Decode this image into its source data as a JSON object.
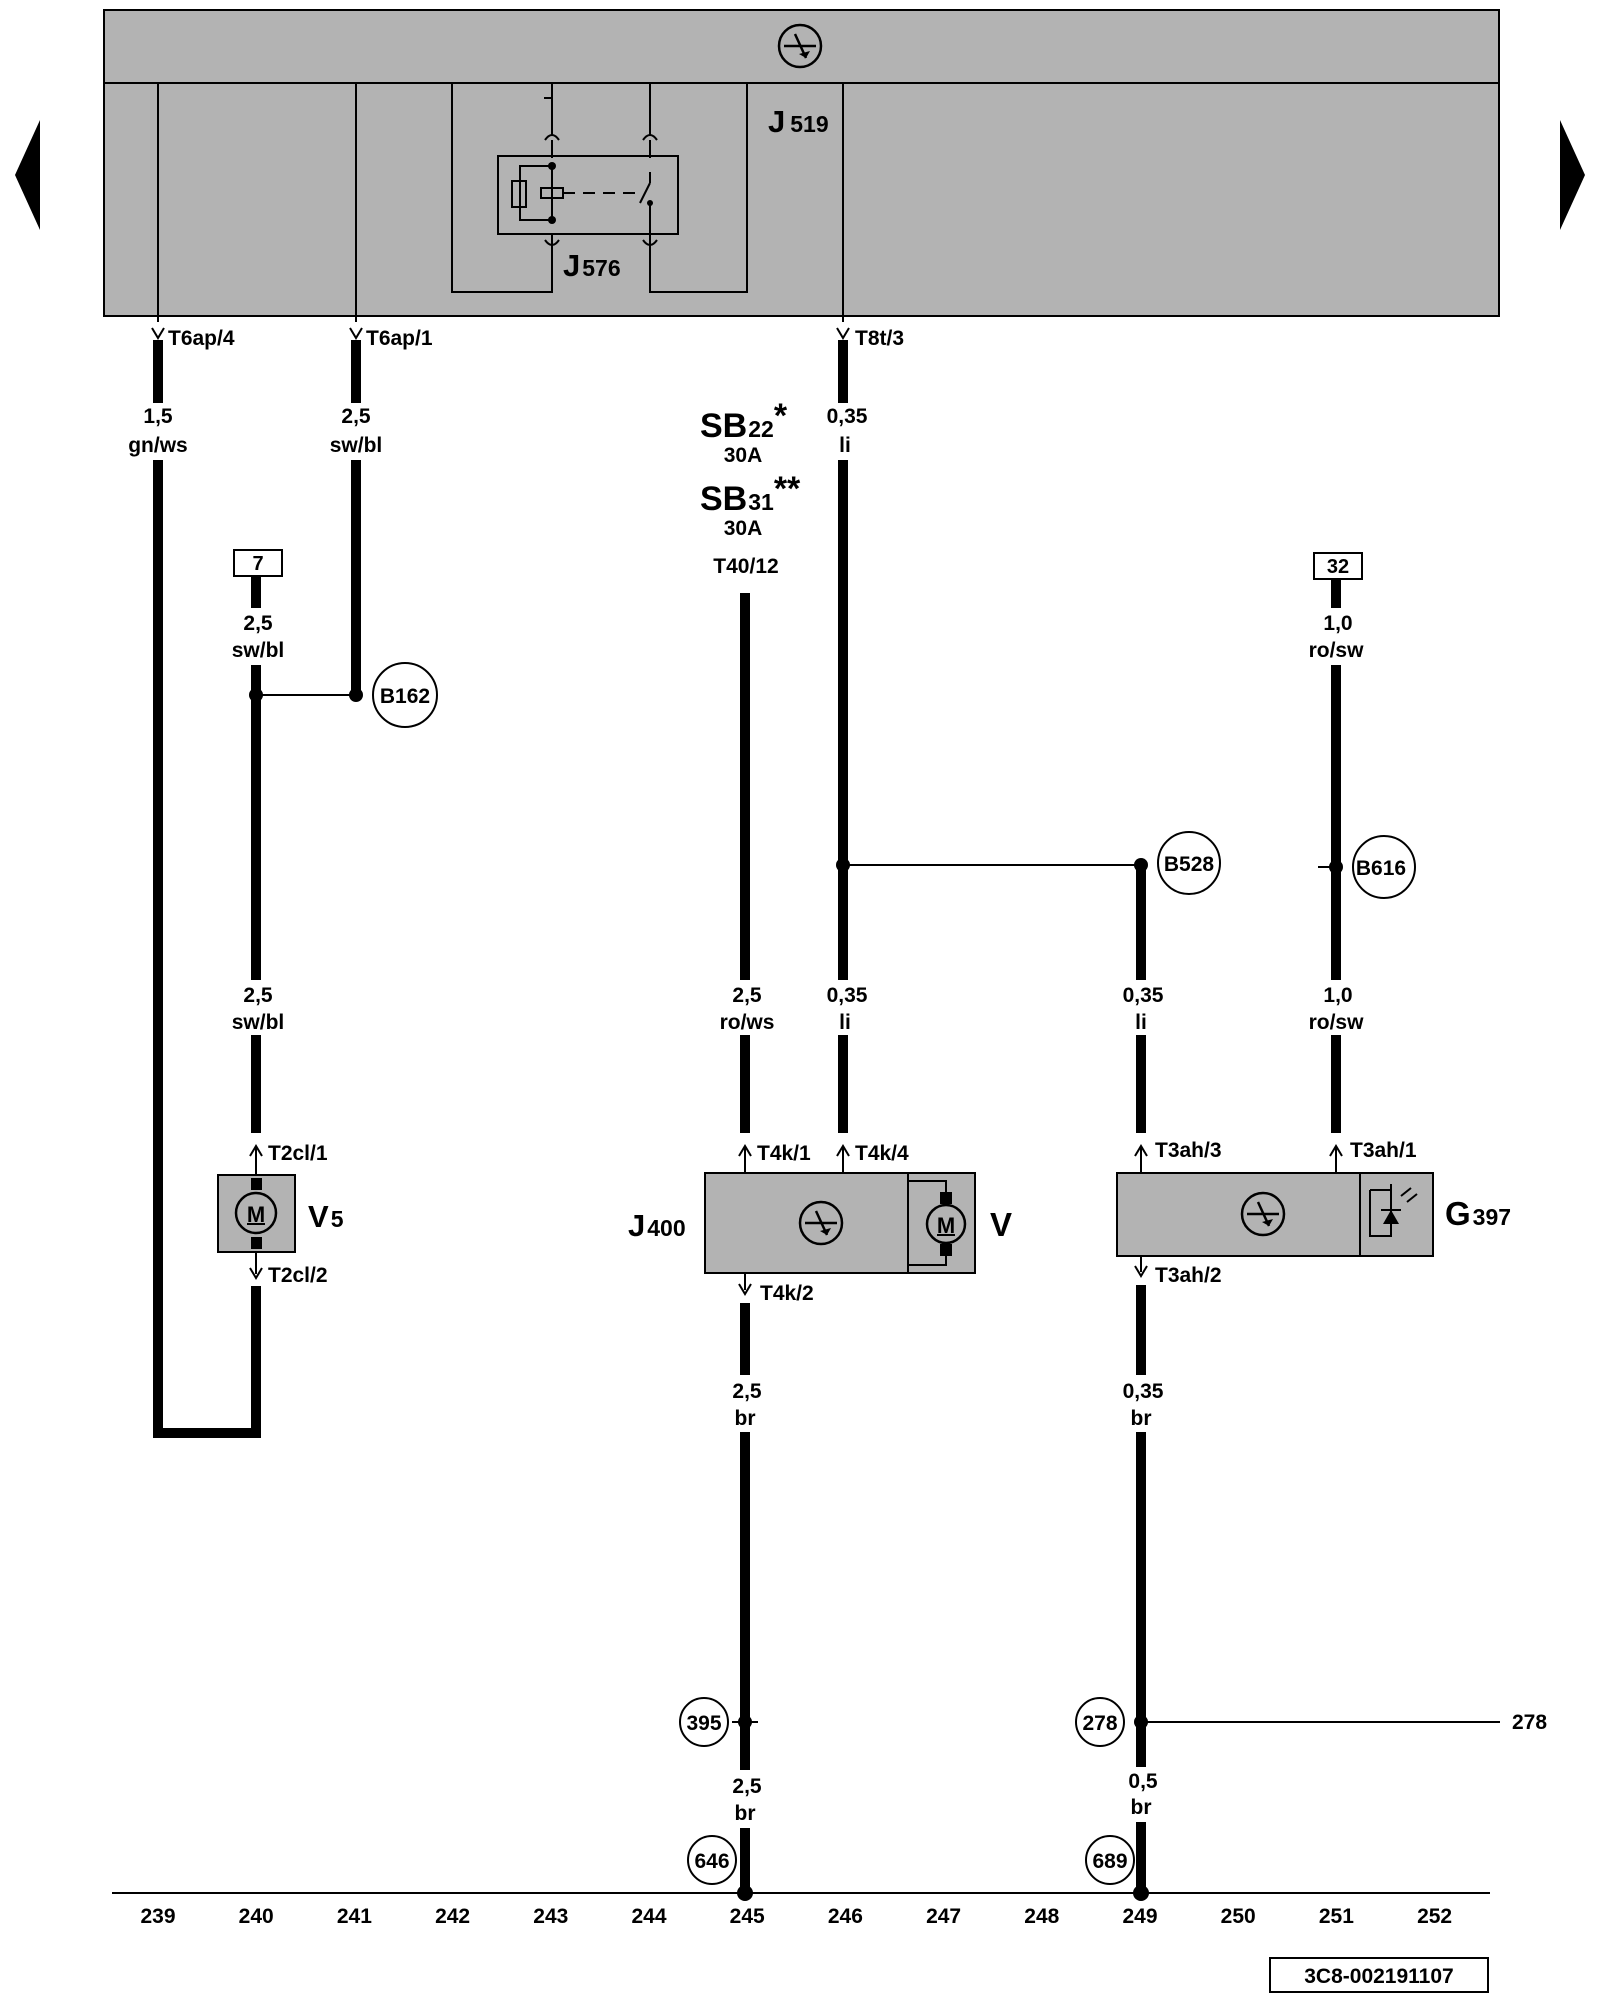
{
  "nav": {
    "prev_label": "previous page",
    "next_label": "next page"
  },
  "components": {
    "j519": {
      "main": "J",
      "sub": "519"
    },
    "j576": {
      "main": "J",
      "sub": "576"
    },
    "j400": {
      "main": "J",
      "sub": "400"
    },
    "v": {
      "main": "V"
    },
    "v5": {
      "main": "V",
      "sub": "5"
    },
    "g397": {
      "main": "G",
      "sub": "397"
    },
    "motor_symbol": "M"
  },
  "connectors": {
    "t6ap4": "T6ap/4",
    "t6ap1": "T6ap/1",
    "t8t3": "T8t/3",
    "t40_12": "T40/12",
    "t2cl1": "T2cl/1",
    "t2cl2": "T2cl/2",
    "t4k1": "T4k/1",
    "t4k4": "T4k/4",
    "t4k2": "T4k/2",
    "t3ah3": "T3ah/3",
    "t3ah1": "T3ah/1",
    "t3ah2": "T3ah/2"
  },
  "fuses": {
    "sb22": {
      "main": "SB",
      "sub": "22",
      "mark": "*",
      "rating": "30A"
    },
    "sb31": {
      "main": "SB",
      "sub": "31",
      "mark": "**",
      "rating": "30A"
    }
  },
  "wires": {
    "w239": {
      "size": "1,5",
      "color": "gn/ws"
    },
    "w241": {
      "size": "2,5",
      "color": "sw/bl"
    },
    "w246_top": {
      "size": "0,35",
      "color": "li"
    },
    "w240_top": {
      "size": "2,5",
      "color": "sw/bl"
    },
    "w240_mid": {
      "size": "2,5",
      "color": "sw/bl"
    },
    "w251_top": {
      "size": "1,0",
      "color": "ro/sw"
    },
    "w245_mid": {
      "size": "2,5",
      "color": "ro/ws"
    },
    "w246_mid": {
      "size": "0,35",
      "color": "li"
    },
    "w249_mid": {
      "size": "0,35",
      "color": "li"
    },
    "w251_mid": {
      "size": "1,0",
      "color": "ro/sw"
    },
    "w245_low": {
      "size": "2,5",
      "color": "br"
    },
    "w249_low": {
      "size": "0,35",
      "color": "br"
    },
    "w245_bot": {
      "size": "2,5",
      "color": "br"
    },
    "w249_bot": {
      "size": "0,5",
      "color": "br"
    }
  },
  "ref_boxes": {
    "r7": "7",
    "r32": "32"
  },
  "splices": {
    "b162": "B162",
    "b528": "B528",
    "b616": "B616",
    "s395": "395",
    "s278": "278",
    "g646": "646",
    "g689": "689"
  },
  "continuation": "278",
  "track_numbers": [
    "239",
    "240",
    "241",
    "242",
    "243",
    "244",
    "245",
    "246",
    "247",
    "248",
    "249",
    "250",
    "251",
    "252"
  ],
  "doc_id": "3C8-002191107"
}
